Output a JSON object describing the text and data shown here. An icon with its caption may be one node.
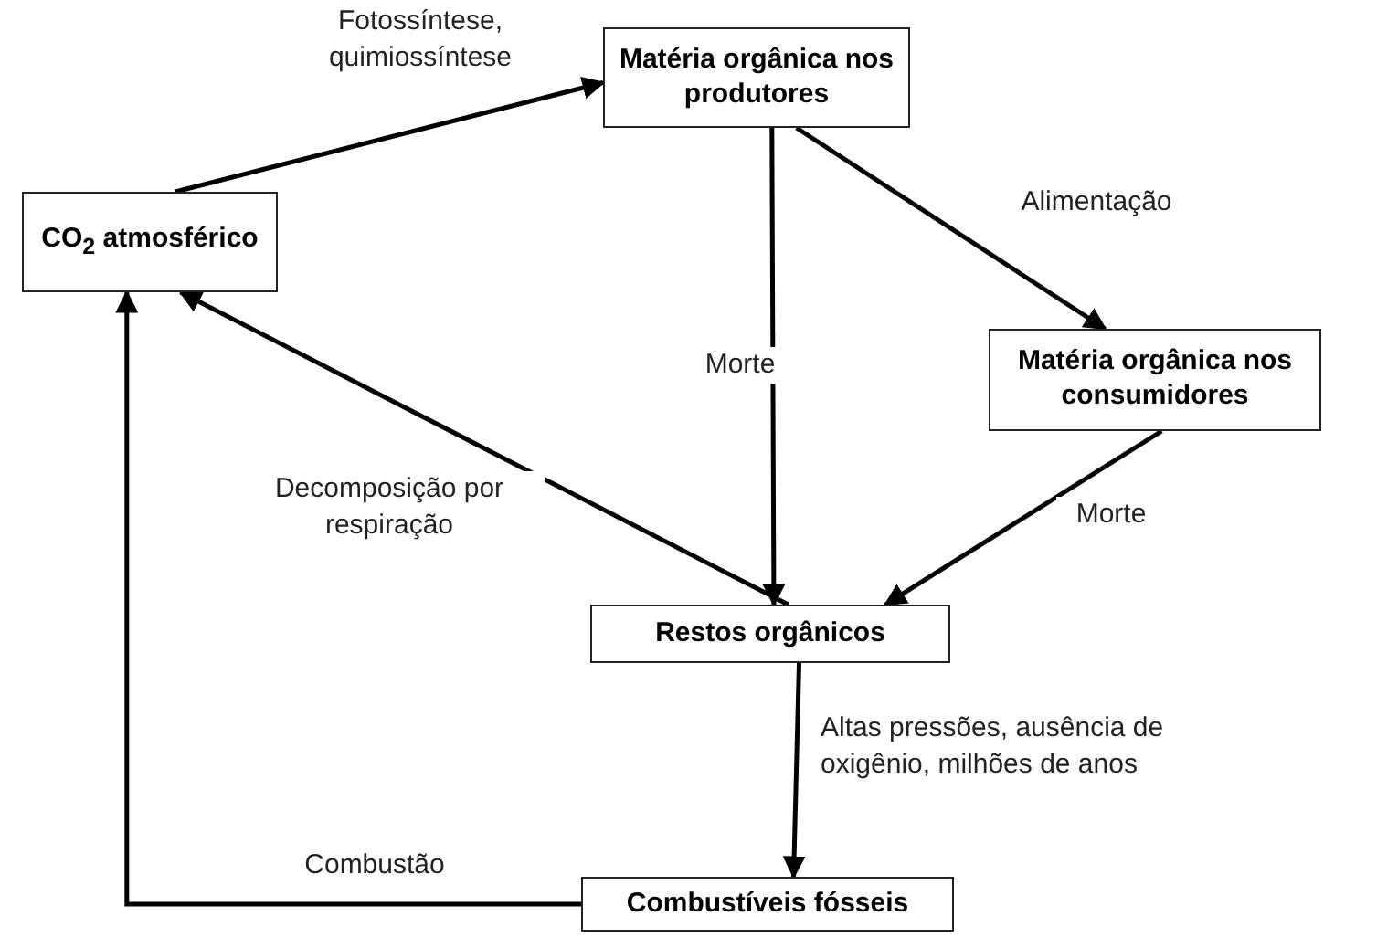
{
  "diagram": {
    "nodes": [
      {
        "text": [
          "CO$_{2}$ atmosférico"
        ]
      },
      {
        "text": [
          "Matéria orgânica nos produtores"
        ]
      },
      {
        "text": [
          "Matéria orgânica nos consumidores"
        ]
      },
      {
        "text": [
          "Restos orgânicos"
        ]
      },
      {
        "text": [
          "Combustíveis fósseis"
        ]
      }
    ],
    "edges": [
      {
        "from": 0,
        "to": 1,
        "arrow": "to",
        "label": "Fotossíntese, quimiossíntese"
      },
      {
        "from": 1,
        "to": 2,
        "arrow": "to",
        "label": "Alimentação"
      },
      {
        "from": 1,
        "to": 3,
        "arrow": "to",
        "label": "Morte"
      },
      {
        "from": 2,
        "to": 3,
        "arrow": "to",
        "label": "Morte"
      },
      {
        "from": 3,
        "to": 0,
        "arrow": "to",
        "label": "Decomposição por respiração"
      },
      {
        "from": 3,
        "to": 4,
        "arrow": "to",
        "label": "Altas pressões, ausência de oxigênio, milhões de anos"
      },
      {
        "from": 4,
        "to": 0,
        "arrow": "to",
        "label": "Combustão"
      }
    ]
  }
}
